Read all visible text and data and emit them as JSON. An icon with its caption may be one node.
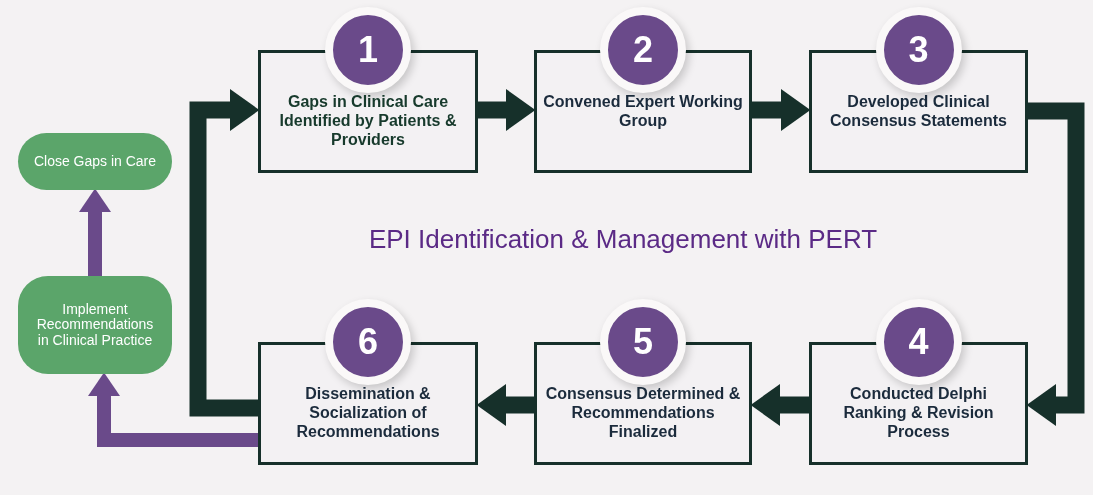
{
  "diagram": {
    "title": "EPI Identification & Management with PERT",
    "nodes": [
      {
        "text": [
          "Close Gaps in Care"
        ]
      },
      {
        "text": [
          "1",
          "Gaps in Clinical Care Identified by Patients & Providers"
        ]
      },
      {
        "text": [
          "2",
          "Convened Expert Working Group"
        ]
      },
      {
        "text": [
          "3",
          "Developed  Clinical Consensus Statements"
        ]
      },
      {
        "text": [
          "Implement Recommendations in Clinical Practice"
        ]
      },
      {
        "text": [
          "6",
          "Dissemination & Socialization of Recommendations"
        ]
      },
      {
        "text": [
          "5",
          "Consensus Determined & Recommendations Finalized"
        ]
      },
      {
        "text": [
          "4",
          "Conducted Delphi Ranking & Revision Process"
        ]
      }
    ],
    "edges": [
      {
        "from": 1,
        "to": 2,
        "arrow": "to"
      },
      {
        "from": 2,
        "to": 3,
        "arrow": "to"
      },
      {
        "from": 3,
        "to": 7,
        "arrow": "to"
      },
      {
        "from": 7,
        "to": 6,
        "arrow": "to"
      },
      {
        "from": 6,
        "to": 5,
        "arrow": "to"
      },
      {
        "from": 5,
        "to": 1,
        "arrow": "to"
      },
      {
        "from": 5,
        "to": 4,
        "arrow": "to",
        "color": "#6a4a8a"
      },
      {
        "from": 4,
        "to": 0,
        "arrow": "to",
        "color": "#6a4a8a"
      }
    ]
  }
}
